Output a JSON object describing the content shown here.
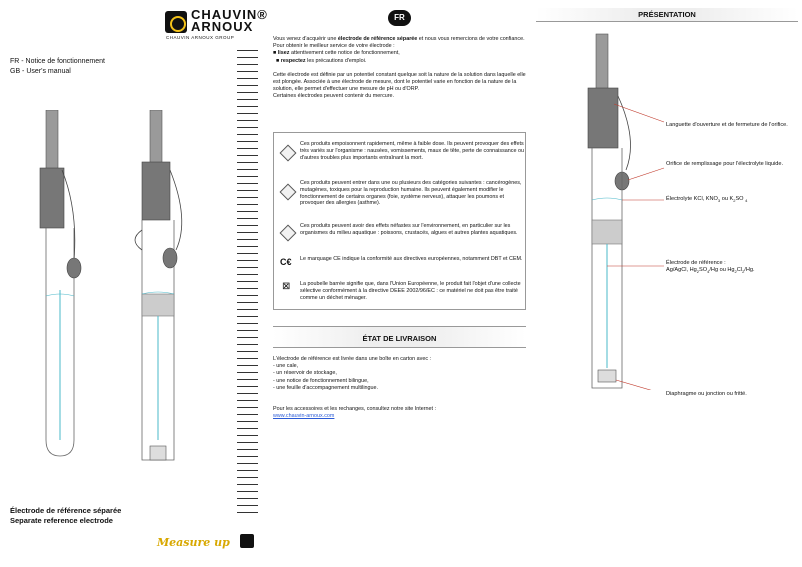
{
  "header": {
    "brand_line1": "CHAUVIN®",
    "brand_line2": "ARNOUX",
    "brand_group": "CHAUVIN ARNOUX GROUP",
    "lang_badge": "FR"
  },
  "manual": {
    "fr": "FR  - Notice de fonctionnement",
    "gb": "GB  - User's manual"
  },
  "product": {
    "title_fr": "Électrode de référence séparée",
    "title_gb": "Separate reference electrode",
    "slogan": "Measure up"
  },
  "intro": {
    "p1_pre": "Vous venez d'acquérir une ",
    "p1_bold": "électrode de référence séparée",
    "p1_post": " et nous vous remercions de votre confiance.",
    "p2": "Pour obtenir le meilleur service de votre électrode :",
    "bullet1_bold": "lisez",
    "bullet1_rest": " attentivement cette notice de fonctionnement,",
    "bullet2_bold": "respectez",
    "bullet2_rest": " les précautions d'emploi.",
    "p3": "Cette électrode est définie par un potentiel constant quelque soit la nature de la solution dans laquelle elle est plongée. Associée à une électrode de mesure, dont le potentiel varie en fonction de la nature de la solution, elle permet d'effectuer une mesure de pH ou d'ORP.",
    "p4": "Certaines électrodes peuvent contenir du mercure."
  },
  "hazards": [
    {
      "icon": "toxic-icon",
      "text": "Ces produits empoisonnent rapidement, même à faible dose. Ils peuvent provoquer des effets très variés sur l'organisme : nausées, vomissements, maux de tête, perte de connaissance ou d'autres troubles plus importants entraînant la mort."
    },
    {
      "icon": "health-hazard-icon",
      "text": "Ces produits peuvent entrer dans une ou plusieurs des catégories suivantes : cancérogènes, mutagènes, toxiques pour la reproduction humaine. Ils peuvent également modifier le fonctionnement de certains organes (foie, système nerveux), attaquer les poumons et provoquer des allergies (asthme)."
    },
    {
      "icon": "environment-hazard-icon",
      "text": "Ces produits peuvent avoir des effets néfastes sur l'environnement, en particulier sur les organismes du milieu aquatique : poissons, crustacés, algues et autres plantes aquatiques."
    },
    {
      "icon": "ce-mark-icon",
      "text": "Le marquage CE indique la conformité aux directives européennes, notamment DBT et CEM."
    },
    {
      "icon": "crossed-bin-icon",
      "text": "La poubelle barrée signifie que, dans l'Union Européenne, le produit fait l'objet d'une collecte sélective conformément à la directive DEEE 2002/96/EC : ce matériel ne doit pas être traité comme un déchet ménager."
    }
  ],
  "delivery": {
    "heading": "ÉTAT DE LIVRAISON",
    "intro": "L'électrode de référence est livrée dans une boîte en carton avec :",
    "items": [
      "- une cale,",
      "- un réservoir de stockage,",
      "- une notice de fonctionnement bilingue,",
      "- une feuille d'accompagnement multilingue."
    ],
    "accessories": "Pour les accessoires et les rechanges, consultez notre site Internet :",
    "url": "www.chauvin-arnoux.com"
  },
  "presentation": {
    "heading": "PRÉSENTATION",
    "ann1": "Languette d'ouverture et de fermeture de l'orifice.",
    "ann2": "Orifice de remplissage pour l'électrolyte liquide.",
    "ann3": "Électrolyte KCl, KNO3 ou K2SO 4",
    "ann4_l1": "Électrode de référence :",
    "ann4_l2": "Ag/AgCl, Hg2SO4/Hg ou Hg2Cl2/Hg.",
    "ann5": "Diaphragme ou jonction ou fritté."
  }
}
